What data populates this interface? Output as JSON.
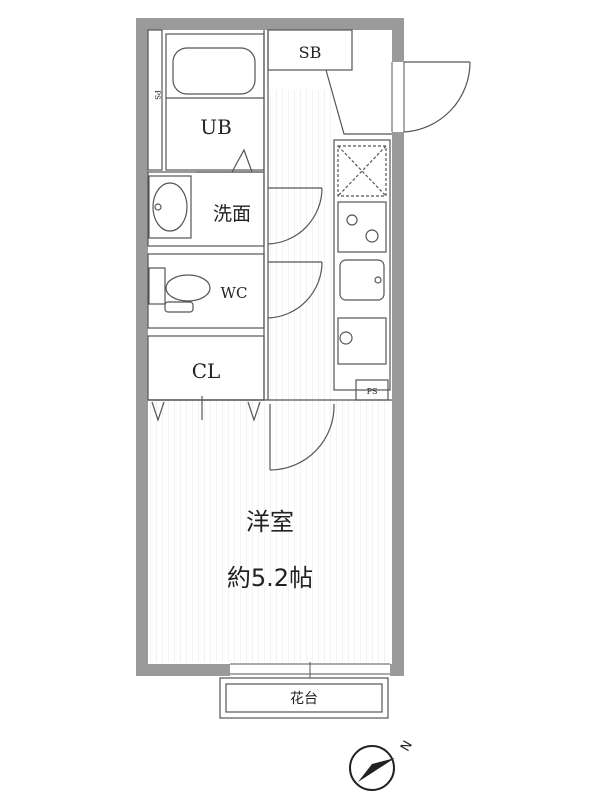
{
  "rooms": {
    "shoe_box": "SB",
    "pipe_space_top": "PS",
    "unit_bath": "UB",
    "washroom": "洗面",
    "toilet": "WC",
    "closet": "CL",
    "pipe_space_kitchen": "PS",
    "western_room": "洋室",
    "western_room_size": "約5.2帖",
    "flower_stand": "花台"
  },
  "compass": {
    "north_label": "N"
  }
}
